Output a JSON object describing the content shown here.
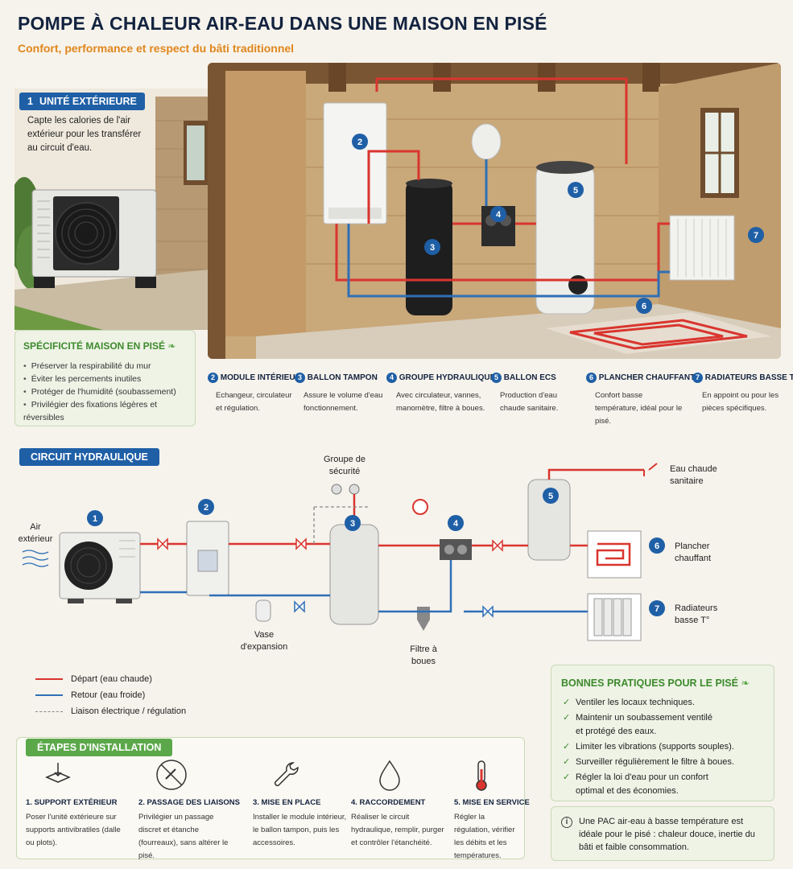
{
  "header": {
    "title": "POMPE À CHALEUR AIR-EAU DANS UNE MAISON EN PISÉ",
    "subtitle": "Confort, performance et respect du bâti traditionnel"
  },
  "outdoor_unit": {
    "badge_num": "1",
    "badge_label": "UNITÉ EXTÉRIEURE",
    "description": "Capte les calories de l'air extérieur pour les transférer au circuit d'eau."
  },
  "pise_specifics": {
    "title": "SPÉCIFICITÉ MAISON EN PISÉ",
    "items": [
      "Préserver la respirabilité du mur",
      "Éviter les percements inutiles",
      "Protéger de l'humidité (soubassement)",
      "Privilégier des fixations légères et réversibles"
    ]
  },
  "photo_markers": [
    "2",
    "3",
    "4",
    "5",
    "6",
    "7"
  ],
  "components": [
    {
      "num": "2",
      "label": "MODULE INTÉRIEUR",
      "desc": "Echangeur, circulateur et régulation."
    },
    {
      "num": "3",
      "label": "BALLON TAMPON",
      "desc": "Assure le volume d'eau fonctionnement."
    },
    {
      "num": "4",
      "label": "GROUPE HYDRAULIQUE",
      "desc": "Avec circulateur, vannes, manomètre, filtre à boues."
    },
    {
      "num": "5",
      "label": "BALLON ECS",
      "desc": "Production d'eau chaude sanitaire."
    },
    {
      "num": "6",
      "label": "PLANCHER CHAUFFANT",
      "desc": "Confort basse température, idéal pour le pisé."
    },
    {
      "num": "7",
      "label": "RADIATEURS BASSE T°",
      "desc": "En appoint ou pour les pièces spécifiques."
    }
  ],
  "circuit": {
    "badge": "CIRCUIT HYDRAULIQUE",
    "labels": {
      "air": "Air extérieur",
      "safety": "Groupe de sécurité",
      "expansion": "Vase d'expansion",
      "filter": "Filtre à boues",
      "dhw": "Eau chaude sanitaire",
      "floor": "Plancher chauffant",
      "radiators": "Radiateurs basse T°"
    },
    "nums": [
      "1",
      "2",
      "3",
      "4",
      "5",
      "6",
      "7"
    ]
  },
  "legend": {
    "items": [
      {
        "label": "Départ (eau chaude)",
        "color": "#d9352e",
        "style": "solid"
      },
      {
        "label": "Retour (eau froide)",
        "color": "#2f6fb6",
        "style": "solid"
      },
      {
        "label": "Liaison électrique / régulation",
        "color": "#888888",
        "style": "dashed"
      }
    ]
  },
  "good_practices": {
    "title": "BONNES PRATIQUES POUR LE PISÉ",
    "items": [
      "Ventiler les locaux techniques.",
      "Maintenir un soubassement ventilé et protégé des eaux.",
      "Limiter les vibrations (supports souples).",
      "Surveiller régulièrement le filtre à boues.",
      "Régler la loi d'eau pour un confort optimal et des économies."
    ]
  },
  "info": {
    "icon": "i",
    "text": "Une PAC air-eau à basse température est idéale pour le pisé : chaleur douce, inertie du bâti et faible consommation."
  },
  "steps": {
    "badge": "ÉTAPES D'INSTALLATION",
    "items": [
      {
        "title": "1. SUPPORT EXTÉRIEUR",
        "desc": "Poser l'unité extérieure sur supports antivibratiles (dalle ou plots)."
      },
      {
        "title": "2. PASSAGE DES LIAISONS",
        "desc": "Privilégier un passage discret et étanche (fourreaux), sans altérer le pisé."
      },
      {
        "title": "3. MISE EN PLACE",
        "desc": "Installer le module intérieur, le ballon tampon, puis les accessoires."
      },
      {
        "title": "4. RACCORDEMENT",
        "desc": "Réaliser le circuit hydraulique, remplir, purger et contrôler l'étanchéité."
      },
      {
        "title": "5. MISE EN SERVICE",
        "desc": "Régler la régulation, vérifier les débits et les températures."
      }
    ]
  },
  "colors": {
    "hot": "#d9352e",
    "cold": "#2f6fb6",
    "accent_blue": "#1f5fa6",
    "accent_green": "#5ba84a",
    "orange": "#e0861c"
  }
}
